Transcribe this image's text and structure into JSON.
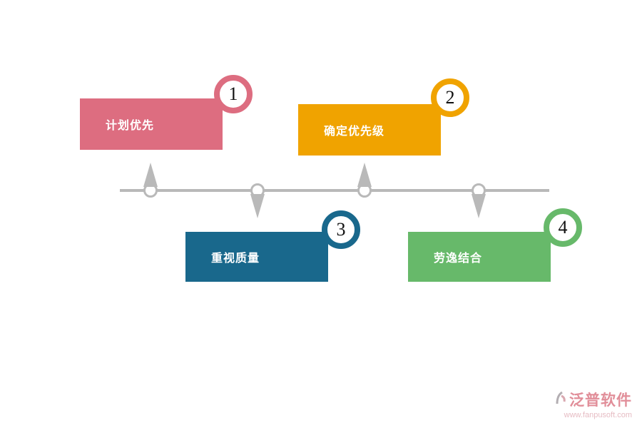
{
  "steps": [
    {
      "number": "1",
      "label": "计划优先",
      "color": "#dd6d80"
    },
    {
      "number": "2",
      "label": "确定优先级",
      "color": "#f0a300"
    },
    {
      "number": "3",
      "label": "重视质量",
      "color": "#19688c"
    },
    {
      "number": "4",
      "label": "劳逸结合",
      "color": "#67b96a"
    }
  ],
  "timeline": {
    "color": "#b9b9b9"
  },
  "watermark": {
    "brand": "泛普软件",
    "url": "www.fanpusoft.com",
    "brand_color": "#e18e99",
    "url_color": "#e6bcc3"
  }
}
